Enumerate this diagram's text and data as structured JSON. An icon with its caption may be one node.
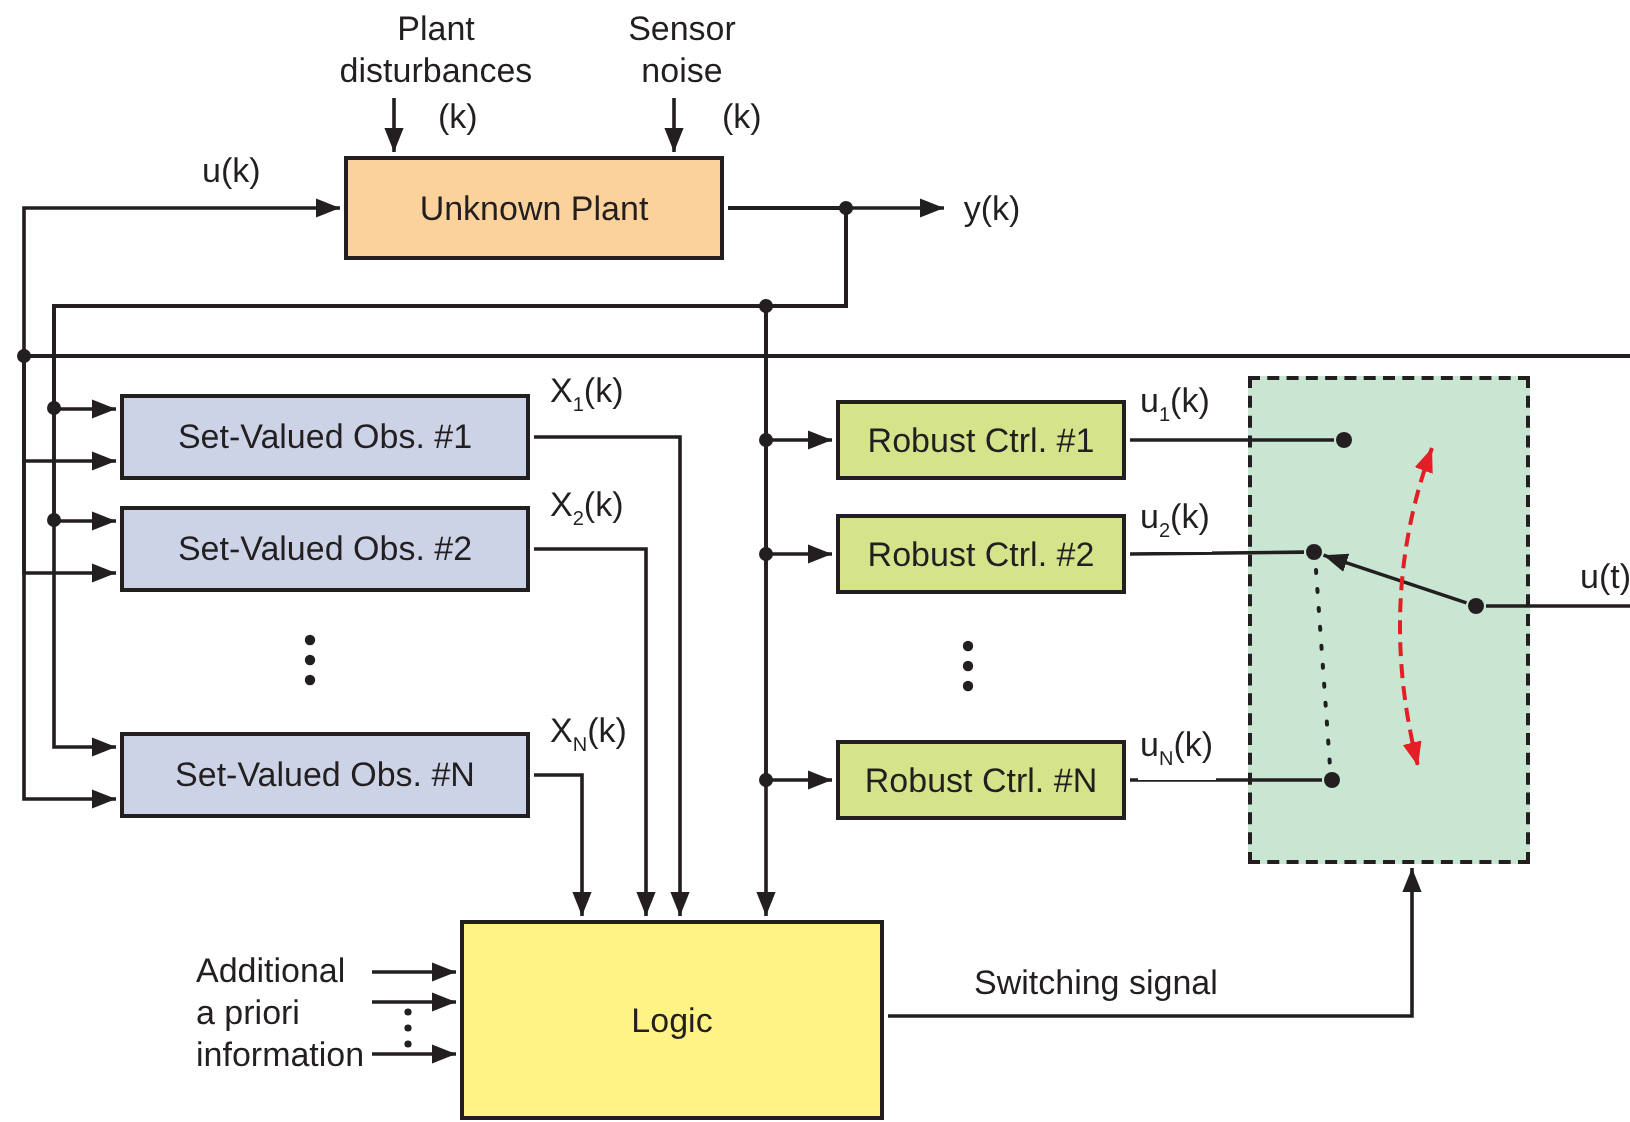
{
  "diagram": {
    "nodes": [
      {
        "text": [
          "Plant disturbances"
        ],
        "beside": [
          "(k)"
        ]
      },
      {
        "text": [
          "Sensor noise"
        ],
        "beside": [
          "(k)"
        ]
      },
      {
        "text": [
          "Unknown Plant"
        ]
      },
      {
        "text": [
          "y(k)"
        ]
      },
      {
        "text": [
          "Set-Valued Obs. #1"
        ]
      },
      {
        "text": [
          "Set-Valued Obs. #2"
        ]
      },
      {
        "text": [
          "Set-Valued Obs. #N"
        ]
      },
      {
        "text": [
          "Robust Ctrl. #1"
        ]
      },
      {
        "text": [
          "Robust Ctrl. #2"
        ]
      },
      {
        "text": [
          "Robust Ctrl. #N"
        ]
      },
      {
        "text": [],
        "shape": "box"
      },
      {
        "text": [],
        "shape": "circle",
        "in": 10
      },
      {
        "text": [],
        "shape": "circle",
        "in": 10
      },
      {
        "text": [],
        "shape": "circle",
        "in": 10
      },
      {
        "text": [],
        "shape": "circle",
        "in": 10
      },
      {
        "text": [
          "Additional a priori information"
        ]
      },
      {
        "text": [
          "Logic"
        ]
      }
    ],
    "edges": [
      {
        "from": 0,
        "to": 2,
        "arrow": "to"
      },
      {
        "from": 1,
        "to": 2,
        "arrow": "to"
      },
      {
        "from": null,
        "to": 2,
        "arrow": "to",
        "label": "u(k)"
      },
      {
        "from": 2,
        "to": 3,
        "arrow": "to"
      },
      {
        "from": 2,
        "to": 4,
        "arrow": "to"
      },
      {
        "from": 2,
        "to": 5,
        "arrow": "to"
      },
      {
        "from": 2,
        "to": 6,
        "arrow": "to"
      },
      {
        "from": null,
        "to": 4,
        "arrow": "to"
      },
      {
        "from": null,
        "to": 5,
        "arrow": "to"
      },
      {
        "from": null,
        "to": 6,
        "arrow": "to"
      },
      {
        "from": 2,
        "to": 7,
        "arrow": "to"
      },
      {
        "from": 2,
        "to": 8,
        "arrow": "to"
      },
      {
        "from": 2,
        "to": 9,
        "arrow": "to"
      },
      {
        "from": 2,
        "to": 16,
        "arrow": "to"
      },
      {
        "from": 4,
        "to": 16,
        "arrow": "to",
        "label": "X$_{1}$(k)"
      },
      {
        "from": 5,
        "to": 16,
        "arrow": "to",
        "label": "X$_{2}$(k)"
      },
      {
        "from": 6,
        "to": 16,
        "arrow": "to",
        "label": "X$_{N}$(k)"
      },
      {
        "from": 7,
        "to": 11,
        "arrow": "none",
        "label": "u$_{1}$(k)"
      },
      {
        "from": 8,
        "to": 12,
        "arrow": "none",
        "label": "u$_{2}$(k)"
      },
      {
        "from": 9,
        "to": 13,
        "arrow": "none",
        "label": "u$_{N}$(k)"
      },
      {
        "from": 14,
        "to": 12,
        "arrow": "to"
      },
      {
        "from": 14,
        "to": null,
        "arrow": "none",
        "label": "u(t)"
      },
      {
        "from": 15,
        "to": 16,
        "arrow": "to"
      },
      {
        "from": 15,
        "to": 16,
        "arrow": "to"
      },
      {
        "from": 15,
        "to": 16,
        "arrow": "to"
      },
      {
        "from": 16,
        "to": 10,
        "arrow": "to",
        "label": "Switching signal"
      }
    ]
  }
}
